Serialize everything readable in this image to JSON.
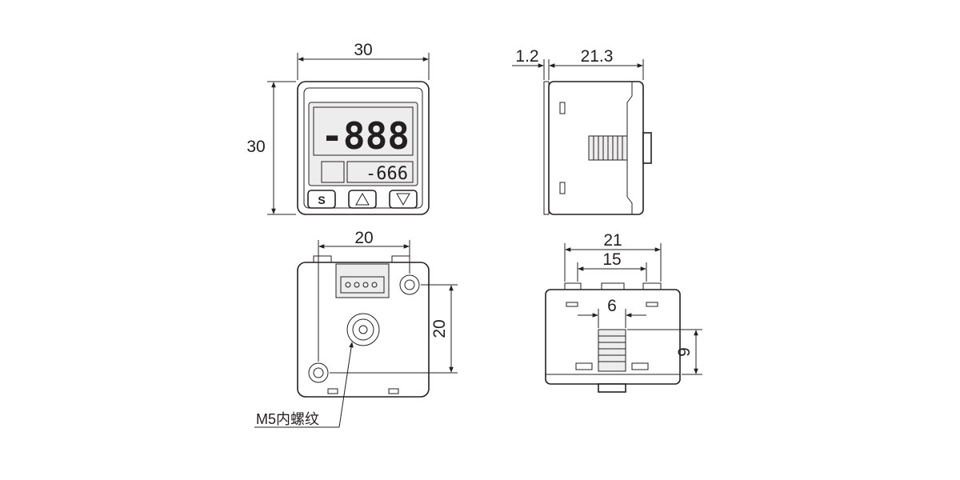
{
  "front_view": {
    "width_dim": "30",
    "height_dim": "30",
    "main_display": "-888",
    "sub_display": "-666",
    "btn_set": "S",
    "btn_up_icon": "triangle-up-icon",
    "btn_down_icon": "triangle-down-icon"
  },
  "side_view": {
    "dim_offset": "1.2",
    "dim_depth": "21.3"
  },
  "back_view": {
    "dim_horizontal": "20",
    "dim_vertical": "20",
    "thread_label": "M5内螺纹"
  },
  "bottom_view": {
    "dim_outer": "21",
    "dim_inner": "15",
    "dim_gap": "6",
    "dim_height": "9"
  },
  "colors": {
    "line": "#231f20",
    "panel_fill": "#d9d9d9",
    "light_fill": "#ededed"
  }
}
